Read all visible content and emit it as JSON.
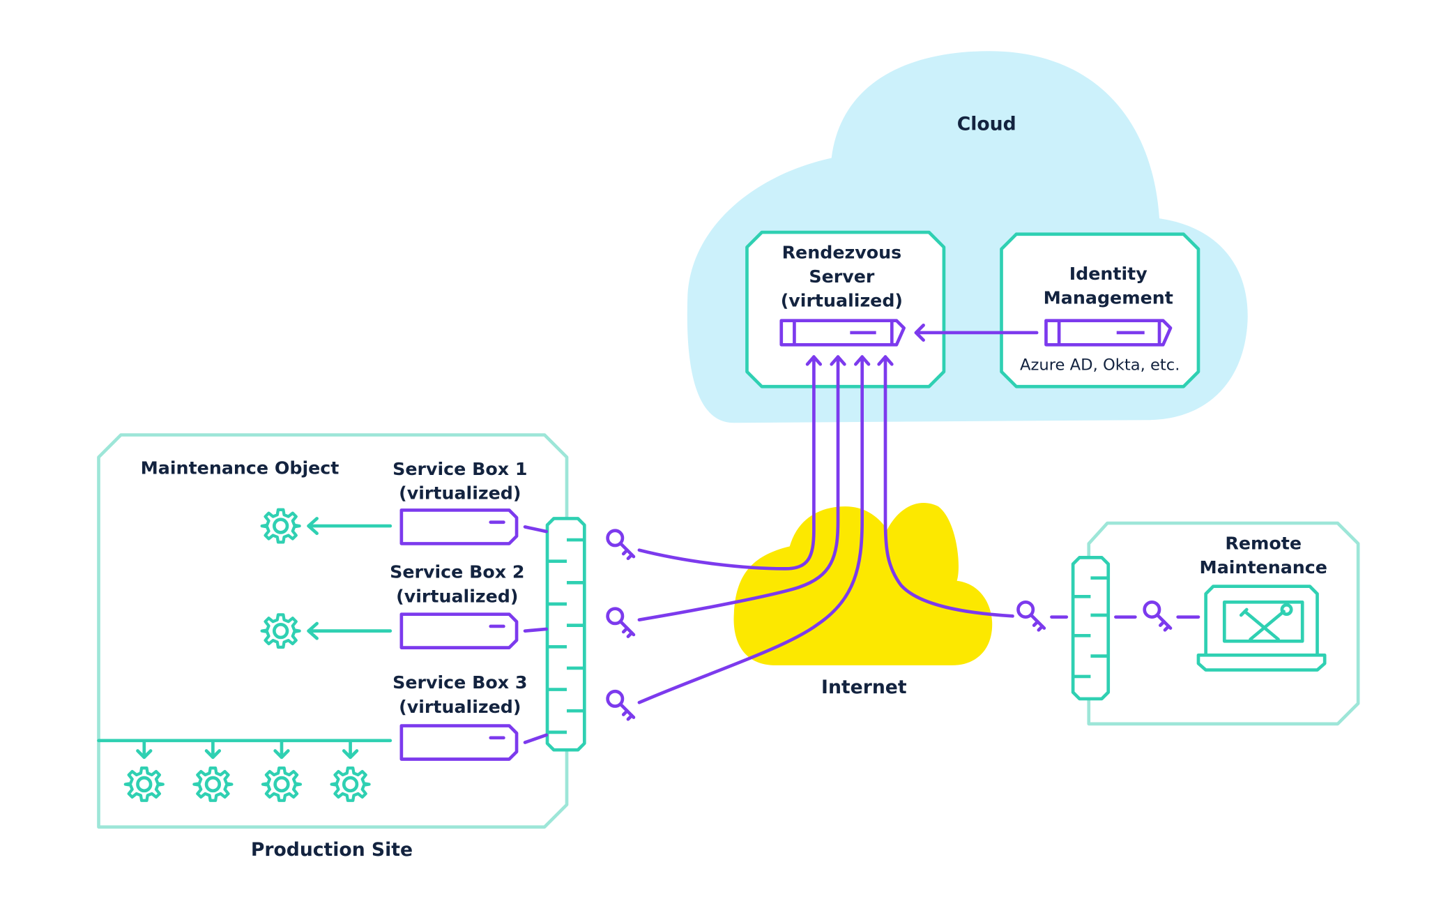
{
  "colors": {
    "teal": "#2fd0b2",
    "teal_light": "#9de6d8",
    "purple": "#7c3aed",
    "cloud_blue": "#ccf1fb",
    "internet_yellow": "#fce800",
    "text_dark": "#13233f"
  },
  "cloud": {
    "label": "Cloud"
  },
  "rendezvous": {
    "line1": "Rendezvous",
    "line2": "Server",
    "line3": "(virtualized)"
  },
  "identity": {
    "line1": "Identity",
    "line2": "Management",
    "sub": "Azure AD, Okta, etc."
  },
  "internet": {
    "label": "Internet"
  },
  "production_site": {
    "label": "Production Site",
    "maintenance_object": "Maintenance Object",
    "service_boxes": [
      {
        "line1": "Service Box 1",
        "line2": "(virtualized)"
      },
      {
        "line1": "Service Box 2",
        "line2": "(virtualized)"
      },
      {
        "line1": "Service Box 3",
        "line2": "(virtualized)"
      }
    ]
  },
  "remote": {
    "line1": "Remote",
    "line2": "Maintenance"
  },
  "icons": {
    "server": "server-icon",
    "gear": "gear-icon",
    "key": "key-icon",
    "firewall": "firewall-icon",
    "laptop": "laptop-tools-icon"
  }
}
